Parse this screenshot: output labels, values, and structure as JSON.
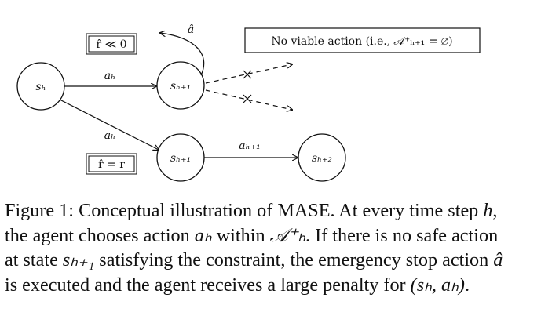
{
  "diagram": {
    "nodes": {
      "s_h": "sₕ",
      "s_h1_top": "sₕ₊₁",
      "s_h1_bottom": "sₕ₊₁",
      "s_h2": "sₕ₊₂"
    },
    "edges": {
      "a_h_top": "aₕ",
      "a_h_bottom": "aₕ",
      "a_h1": "aₕ₊₁",
      "a_hat": "â"
    },
    "boxes": {
      "penalty_top": "r̂ ≪ 0",
      "penalty_bottom": "r̂ = r",
      "no_action": "No viable action (i.e., 𝒜⁺ₕ₊₁ = ∅)"
    },
    "colors": {
      "stroke": "#111111",
      "background": "#ffffff"
    }
  },
  "caption": {
    "figure_label": "Figure 1:",
    "text_1": "Conceptual illustration of",
    "name": "MASE",
    "text_2": ". At every time step",
    "h": "h",
    "text_3": ", the agent chooses action",
    "a_h": "aₕ",
    "text_4": "within",
    "A_h_plus": "𝒜⁺ₕ",
    "text_5": ". If there is no safe action at state",
    "s_h1": "sₕ₊₁",
    "text_6": "satisfying the constraint, the emergency stop action",
    "a_hat": "â",
    "text_7": "is executed and the agent receives a large penalty for",
    "pair": "(sₕ, aₕ)",
    "text_8": "."
  }
}
